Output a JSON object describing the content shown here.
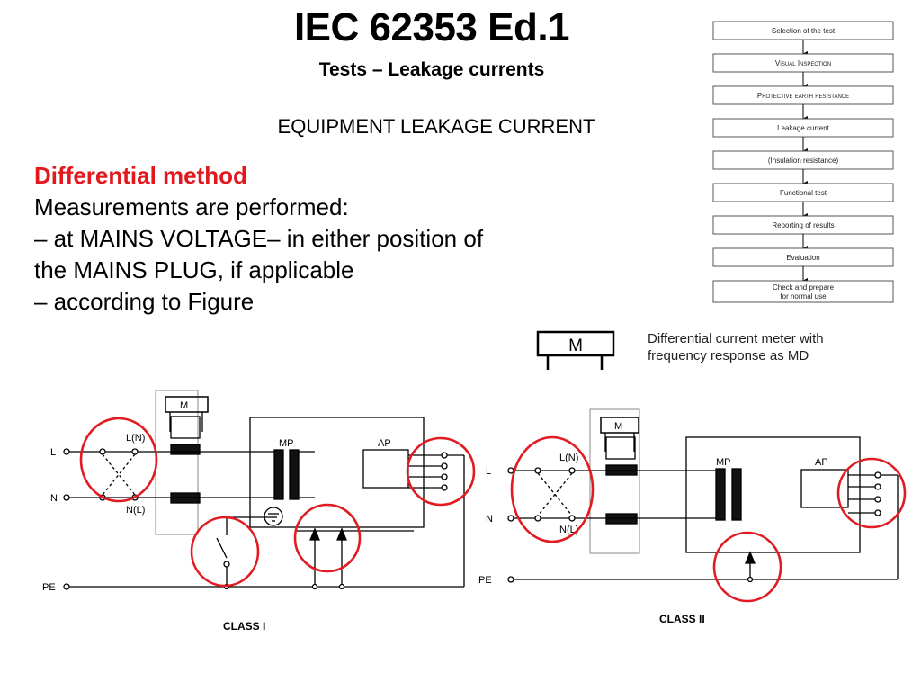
{
  "header": {
    "title": "IEC 62353 Ed.1",
    "subtitle": "Tests – Leakage currents",
    "section": "EQUIPMENT LEAKAGE CURRENT"
  },
  "body": {
    "heading": "Differential method",
    "lines": [
      "Measurements are performed:",
      "– at MAINS VOLTAGE– in either position of",
      "the MAINS PLUG, if applicable",
      "– according to Figure"
    ]
  },
  "flowchart": {
    "steps": [
      {
        "label": "Selection of the test"
      },
      {
        "label": "Visual Inspection"
      },
      {
        "label": "Protective earth resistance"
      },
      {
        "label": "Leakage current"
      },
      {
        "label": "(Insulation resistance)"
      },
      {
        "label": "Functional test"
      },
      {
        "label": "Reporting of results"
      },
      {
        "label": "Evaluation"
      },
      {
        "label": "Check and prepare",
        "label2": "for normal use"
      }
    ]
  },
  "legend": {
    "symbol": "M",
    "line1": "Differential current meter with",
    "line2": "frequency response as MD"
  },
  "diagram": {
    "class1": {
      "caption": "CLASS I",
      "meter": "M",
      "L": "L",
      "N": "N",
      "PE": "PE",
      "LN": "L(N)",
      "NL": "N(L)",
      "MP": "MP",
      "AP": "AP"
    },
    "class2": {
      "caption": "CLASS II",
      "meter": "M",
      "L": "L",
      "N": "N",
      "PE": "PE",
      "LN": "L(N)",
      "NL": "N(L)",
      "MP": "MP",
      "AP": "AP"
    },
    "highlight_color": "#e01b22"
  }
}
